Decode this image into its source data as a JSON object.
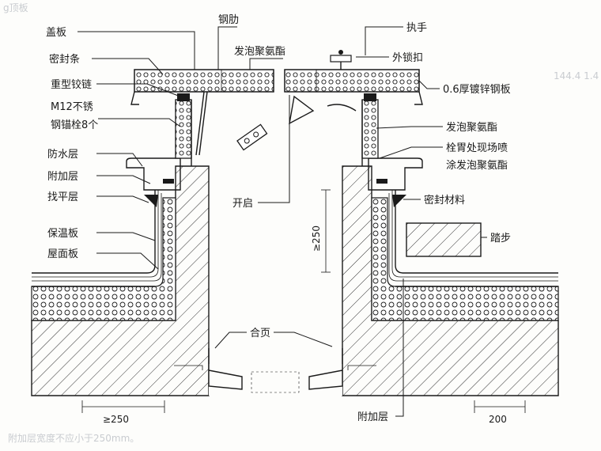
{
  "labels": {
    "cover_plate": "盖板",
    "steel_rib": "钢肋",
    "handle": "执手",
    "seal_strip": "密封条",
    "foam_pu_top": "发泡聚氨酯",
    "outer_lock": "外锁扣",
    "heavy_hinge": "重型铰链",
    "galv_sheet": "0.6厚镀锌钢板",
    "anchor_line1": "M12不锈",
    "anchor_line2": "钢锚栓8个",
    "foam_pu_right": "发泡聚氨酯",
    "spray_line1": "栓胃处现场喷",
    "spray_line2": "涂发泡聚氨酯",
    "waterproof": "防水层",
    "additional_left": "附加层",
    "leveling": "找平层",
    "sealing_material": "密封材料",
    "insulation": "保温板",
    "opening": "开启",
    "step": "踏步",
    "roof_slab": "屋面板",
    "hinge_leaf": "合页",
    "additional_bottom": "附加层"
  },
  "dimensions": {
    "height_min": "≥250",
    "left_width": "≥250",
    "right_width": "200"
  },
  "background_text": {
    "top_left": "g顶板",
    "top_right": "144.4 1.4",
    "bottom": "附加层宽度不应小于250mm。"
  },
  "colors": {
    "ink": "#1a1a1a",
    "background": "#fdfdfb",
    "ghost": "#c9ccd0"
  }
}
